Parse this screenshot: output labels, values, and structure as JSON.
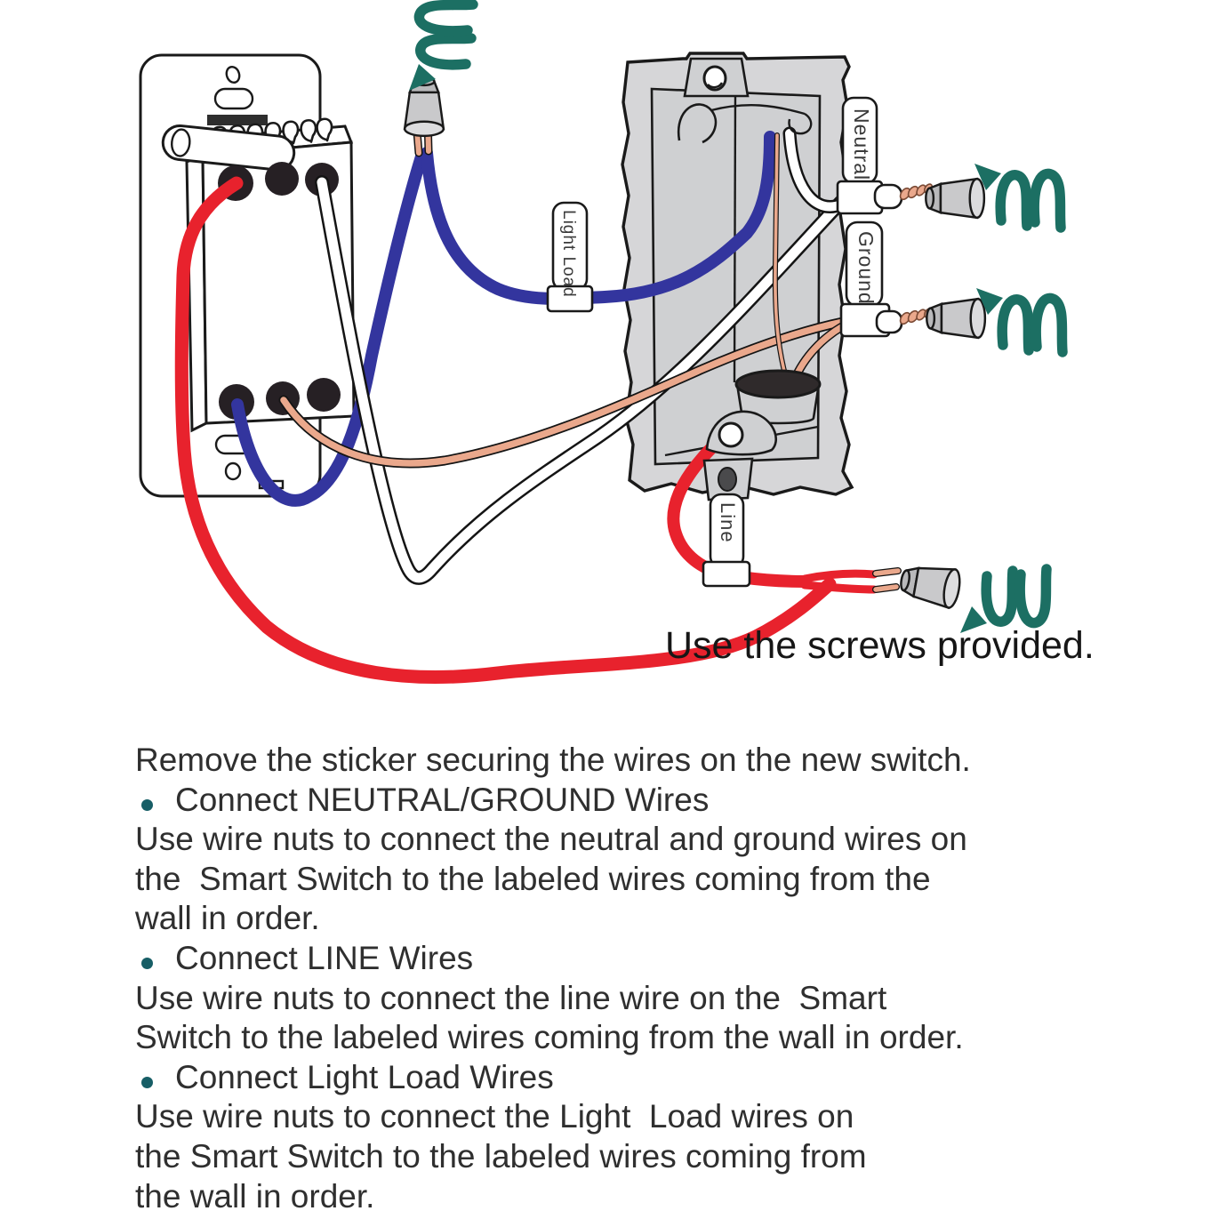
{
  "diagram": {
    "wire_labels": {
      "light_load": "Light Load",
      "neutral": "Neutral",
      "ground": "Ground",
      "line": "Line"
    },
    "caption": "Use the screws provided.",
    "colors": {
      "wire_red": "#e8222d",
      "wire_blue": "#33359e",
      "wire_copper": "#eaa88c",
      "copper_dark": "#7a4a35",
      "arrow_teal": "#1c6f63",
      "wall_gray": "#d6d6d8",
      "box_gray": "#cfd0d2",
      "bullet_teal": "#175e66"
    }
  },
  "instructions": {
    "lines": [
      {
        "type": "text",
        "text": "Remove the sticker securing the wires on the new switch."
      },
      {
        "type": "bullet",
        "text": "Connect NEUTRAL/GROUND Wires"
      },
      {
        "type": "text",
        "text": "Use wire nuts to connect the neutral and ground wires on"
      },
      {
        "type": "text",
        "text": "the  Smart Switch to the labeled wires coming from the"
      },
      {
        "type": "text",
        "text": "wall in order."
      },
      {
        "type": "bullet",
        "text": "Connect LINE Wires"
      },
      {
        "type": "text",
        "text": "Use wire nuts to connect the line wire on the  Smart"
      },
      {
        "type": "text",
        "text": "Switch to the labeled wires coming from the wall in order."
      },
      {
        "type": "bullet",
        "text": "Connect Light Load Wires"
      },
      {
        "type": "text",
        "text": "Use wire nuts to connect the Light  Load wires on"
      },
      {
        "type": "text",
        "text": "the Smart Switch to the labeled wires coming from"
      },
      {
        "type": "text",
        "text": "the wall in order."
      }
    ]
  }
}
